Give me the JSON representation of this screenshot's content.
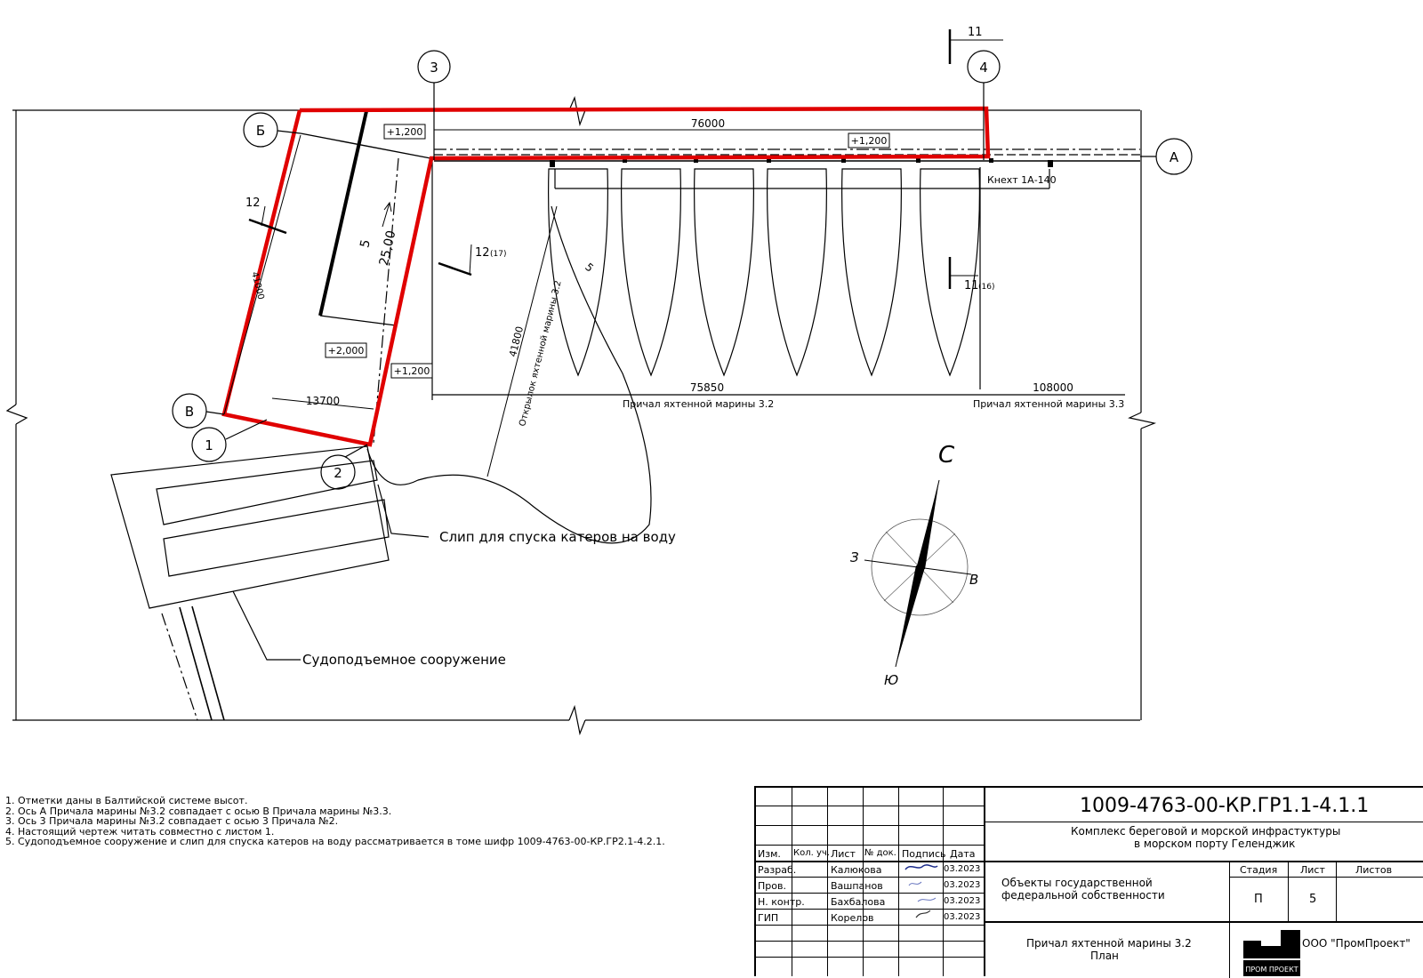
{
  "plan": {
    "axes": {
      "a": "А",
      "b": "Б",
      "v": "В",
      "n3": "3",
      "n4": "4",
      "n1": "1",
      "n2": "2"
    },
    "sections": {
      "s11_top": "11",
      "s11_mid": "11",
      "s11_mid_ref": "(16)",
      "s12_left": "12",
      "s12_mid": "12",
      "s12_mid_ref": "(17)"
    },
    "elevations": {
      "e1": "+1,200",
      "e2": "+1,200",
      "e3": "+2,000",
      "e4": "+1,200"
    },
    "dims": {
      "d76000": "76000",
      "d41000": "41000",
      "d13700": "13700",
      "d75850": "75850",
      "d108000": "108000",
      "d41800": "41800",
      "d5": "5",
      "d2500": "25,00",
      "d5b": "5"
    },
    "labels": {
      "knecht": "Кнехт 1А-140",
      "pier32": "Причал яхтенной марины 3.2",
      "pier33": "Причал яхтенной марины 3.3",
      "otkrylok": "Открылок яхтенной марины 3.2",
      "slip": "Слип для спуска катеров на воду",
      "lift": "Судоподъемное сооружение"
    },
    "compass": {
      "n": "С",
      "s": "Ю",
      "w": "З",
      "e": "В"
    }
  },
  "notes": [
    "1. Отметки даны в Балтийской системе высот.",
    "2. Ось А Причала марины №3.2 совпадает с осью В Причала марины №3.3.",
    "3. Ось 3 Причала марины №3.2 совпадает с осью 3 Причала №2.",
    "4. Настоящий чертеж читать совместно с листом 1.",
    "5. Судоподъемное сооружение и слип для спуска катеров на воду рассматривается в томе шифр 1009-4763-00-КР.ГР2.1-4.2.1."
  ],
  "stamp": {
    "code": "1009-4763-00-КР.ГР1.1-4.1.1",
    "project_line1": "Комплекс береговой и морской инфрастуктуры",
    "project_line2": "в морском порту Геленджик",
    "headers": {
      "izm": "Изм.",
      "kol": "Кол. уч.",
      "list": "Лист",
      "ndok": "№ док.",
      "podpis": "Подпись",
      "data": "Дата"
    },
    "rows": [
      {
        "role": "Разраб.",
        "name": "Калюкова",
        "date": "03.2023"
      },
      {
        "role": "Пров.",
        "name": "Вашпанов",
        "date": "03.2023"
      },
      {
        "role": "Н. контр.",
        "name": "Бахбалова",
        "date": "03.2023"
      },
      {
        "role": "ГИП",
        "name": "Корелов",
        "date": "03.2023"
      }
    ],
    "object_line1": "Объекты государственной",
    "object_line2": "федеральной собственности",
    "stage_label": "Стадия",
    "sheet_label": "Лист",
    "sheets_label": "Листов",
    "stage": "П",
    "sheet": "5",
    "title_line1": "Причал яхтенной марины 3.2",
    "title_line2": "План",
    "company": "ООО \"ПромПроект\"",
    "logo_text": "ПРОМ ПРОЕКТ"
  }
}
